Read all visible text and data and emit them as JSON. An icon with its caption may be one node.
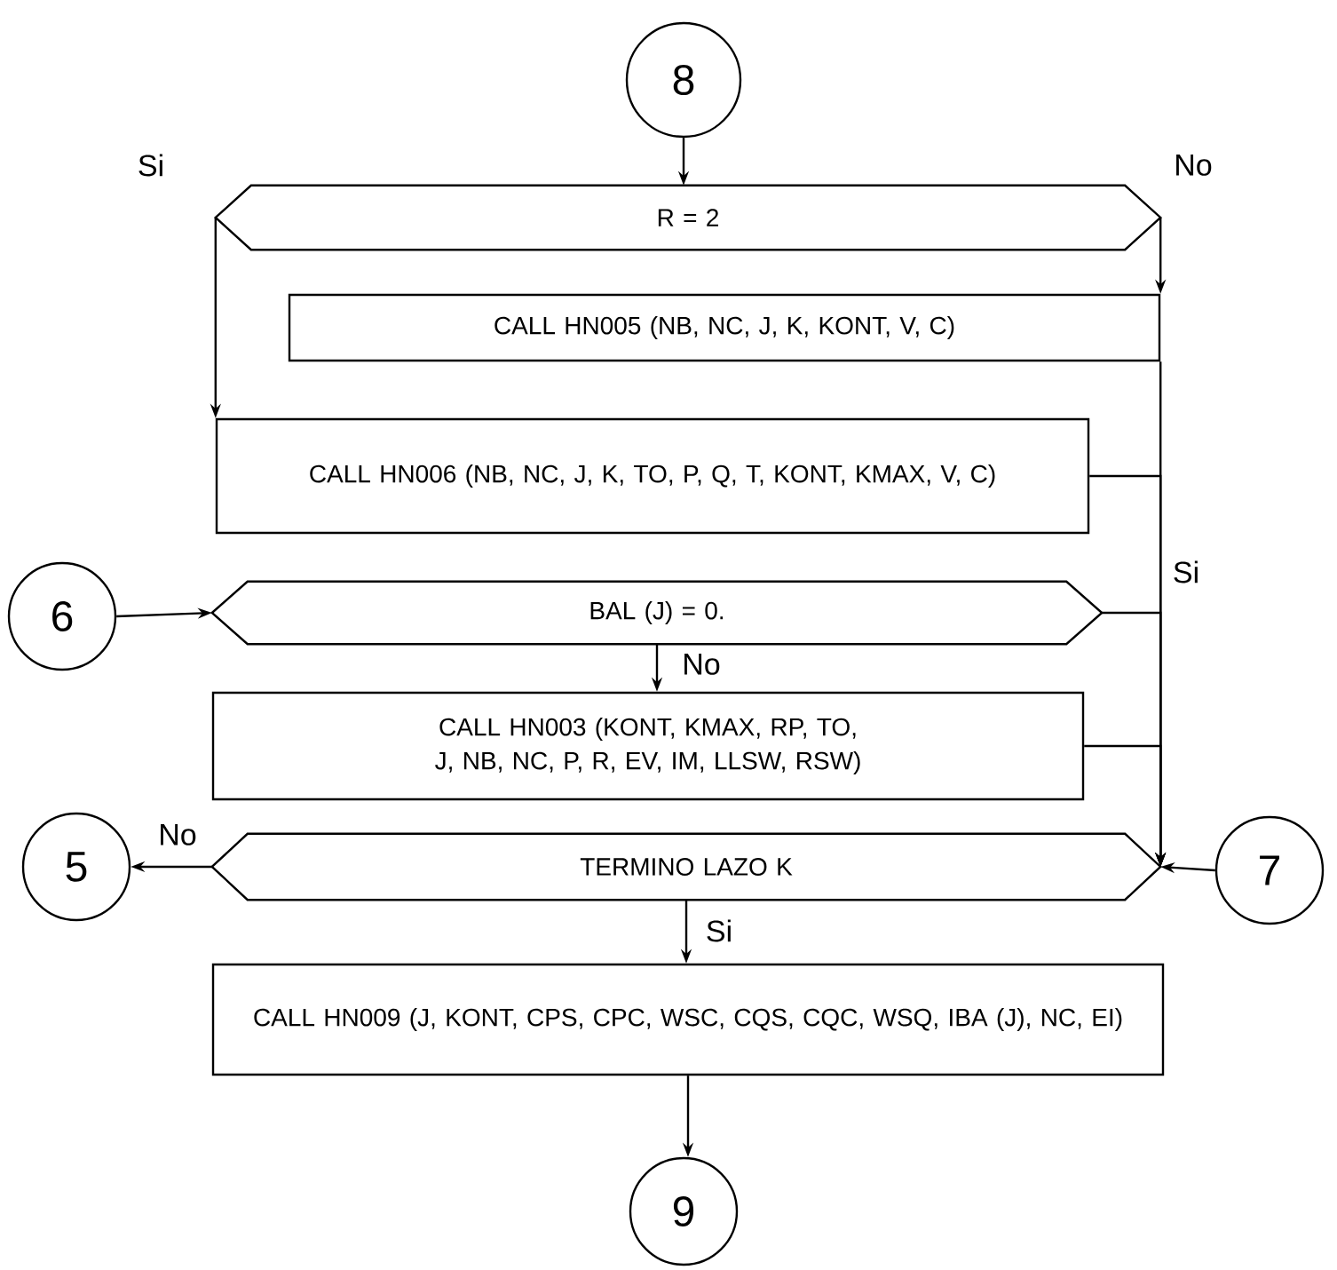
{
  "diagram": {
    "nodes": [
      {
        "text": [
          "8"
        ]
      },
      {
        "text": [
          "R = 2"
        ]
      },
      {
        "text": [
          "CALL HN005 (NB, NC, J, K, KONT, V, C)"
        ]
      },
      {
        "text": [
          "CALL HN006 (NB, NC, J, K, TO, P, Q, T, KONT, KMAX, V, C)"
        ]
      },
      {
        "text": [
          "BAL (J) = 0."
        ]
      },
      {
        "text": [
          "6"
        ]
      },
      {
        "text": [
          "CALL HN003 (KONT, KMAX, RP, TO, J, NB, NC, P, R, EV, IM, LLSW, RSW)"
        ]
      },
      {
        "text": [
          "TERMINO LAZO K"
        ]
      },
      {
        "text": [
          "5"
        ]
      },
      {
        "text": [
          "7"
        ]
      },
      {
        "text": [
          "CALL HN009 (J, KONT, CPS, CPC, WSC, CQS, CQC, WSQ, IBA (J), NC, EI)"
        ]
      },
      {
        "text": [
          "9"
        ]
      }
    ],
    "edges": [
      {
        "from": 0,
        "to": 1,
        "arrow": "to"
      },
      {
        "from": 1,
        "to": 3,
        "arrow": "to",
        "label": "Si"
      },
      {
        "from": 1,
        "to": 2,
        "arrow": "to",
        "label": "No"
      },
      {
        "from": 2,
        "to": 7,
        "arrow": "to"
      },
      {
        "from": 3,
        "to": 7,
        "arrow": "to"
      },
      {
        "from": 4,
        "to": 7,
        "arrow": "to",
        "label": "Si"
      },
      {
        "from": 6,
        "to": 7,
        "arrow": "to"
      },
      {
        "from": 9,
        "to": 7,
        "arrow": "to"
      },
      {
        "from": 5,
        "to": 4,
        "arrow": "to"
      },
      {
        "from": 4,
        "to": 6,
        "arrow": "to",
        "label": "No"
      },
      {
        "from": 7,
        "to": 8,
        "arrow": "to",
        "label": "No"
      },
      {
        "from": 7,
        "to": 10,
        "arrow": "to",
        "label": "Si"
      },
      {
        "from": 10,
        "to": 11,
        "arrow": "to"
      }
    ]
  }
}
